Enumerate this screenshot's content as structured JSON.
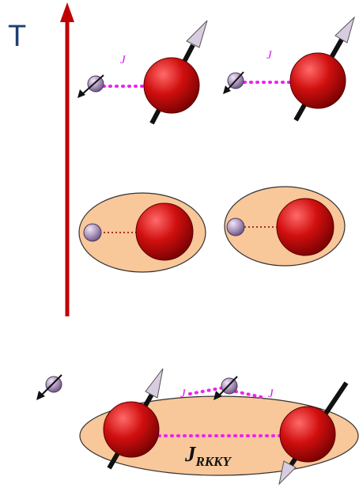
{
  "axis": {
    "label": "T",
    "arrow_color": "#c00000",
    "label_color": "#1f3f73"
  },
  "coupling": {
    "j_label": "J",
    "rkky_label": "J",
    "rkky_subscript": "RKKY",
    "dotted_color": "#ee22ee"
  },
  "colors": {
    "large_spin": "#d10f0f",
    "small_spin": "#b4a0c0",
    "cloud_fill": "#f8c79a",
    "arrow_shaft": "#111111",
    "arrow_head": "#d8cce0"
  },
  "icons": {
    "large_spin": "red-local-moment-sphere-icon",
    "small_spin": "conduction-electron-icon",
    "spin_arrow": "spin-arrow-icon"
  }
}
